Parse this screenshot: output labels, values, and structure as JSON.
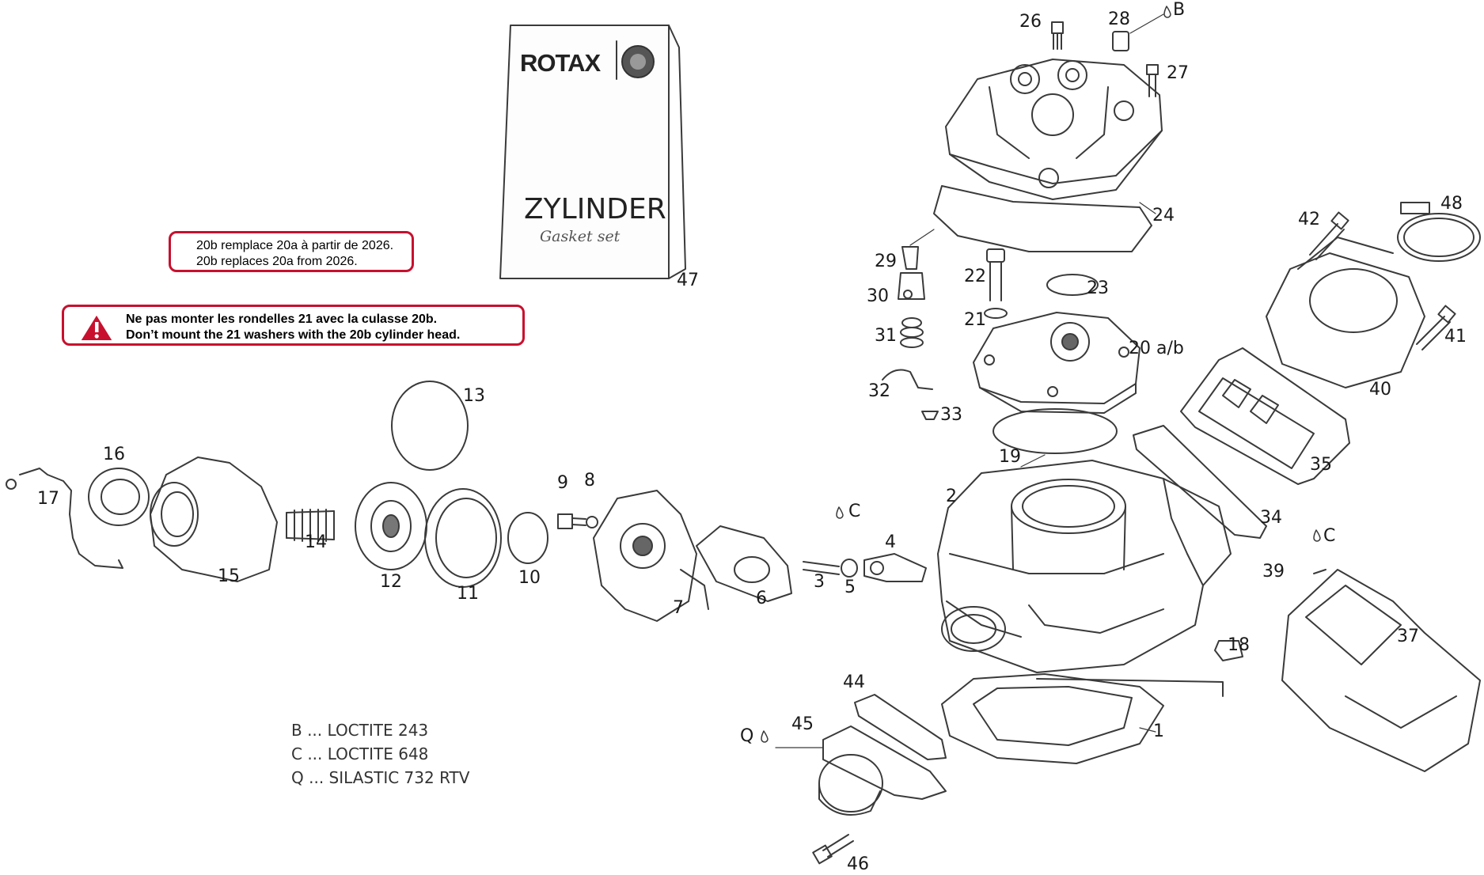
{
  "booklet": {
    "brand": "ROTAX",
    "title": "ZYLINDER",
    "subtitle": "Gasket set"
  },
  "notes": {
    "note1": {
      "line1": "20b remplace 20a à partir de 2026.",
      "line2": "20b replaces 20a from 2026."
    },
    "note2": {
      "line1": "Ne pas monter les rondelles 21 avec la culasse 20b.",
      "line2": "Don’t mount the 21 washers with the 20b cylinder head."
    }
  },
  "legend": [
    "B ... LOCTITE 243",
    "C ... LOCTITE 648",
    "Q ... SILASTIC 732 RTV"
  ],
  "part_labels": {
    "p1": "1",
    "p2": "2",
    "p3": "3",
    "p4": "4",
    "p5": "5",
    "p6": "6",
    "p7": "7",
    "p8": "8",
    "p9": "9",
    "p10": "10",
    "p11": "11",
    "p12": "12",
    "p13": "13",
    "p14": "14",
    "p15": "15",
    "p16": "16",
    "p17": "17",
    "p18": "18",
    "p19": "19",
    "p20": "20 a/b",
    "p21": "21",
    "p22": "22",
    "p23": "23",
    "p24": "24",
    "p26": "26",
    "p27": "27",
    "p28": "28",
    "p29": "29",
    "p30": "30",
    "p31": "31",
    "p32": "32",
    "p33": "33",
    "p34": "34",
    "p35": "35",
    "p37": "37",
    "p39": "39",
    "p40": "40",
    "p41": "41",
    "p42": "42",
    "p44": "44",
    "p45": "45",
    "p46": "46",
    "p47": "47",
    "p48": "48",
    "mB": "B",
    "mC1": "C",
    "mC2": "C",
    "mQ": "Q"
  },
  "colors": {
    "line": "#3a3a3a",
    "note_border": "#c8102e",
    "warning_fill": "#c8102e"
  },
  "icons": {
    "warning": "warning-icon"
  }
}
